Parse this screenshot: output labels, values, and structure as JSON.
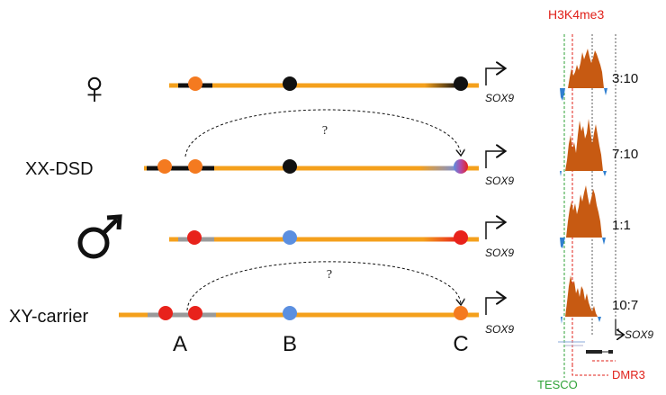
{
  "rows": [
    {
      "label": "♀",
      "gene": "SOX9",
      "ratio": "3:10"
    },
    {
      "label": "XX-DSD",
      "gene": "SOX9",
      "ratio": "7:10"
    },
    {
      "label": "♂",
      "gene": "SOX9",
      "ratio": "1:1"
    },
    {
      "label": "XY-carrier",
      "gene": "SOX9",
      "ratio": "10:7"
    }
  ],
  "loop_question": "?",
  "sites": {
    "a": "A",
    "b": "B",
    "c": "C"
  },
  "track": {
    "title": "H3K4me3",
    "gene_label": "SOX9",
    "tesco_label": "TESCO",
    "dmr_label": "DMR3"
  },
  "colors": {
    "line": "#f4a01c",
    "black_segment": "#111111",
    "grey_segment": "#9a9a9a",
    "orange_dot": "#f47a20",
    "black_dot": "#111111",
    "red_dot": "#e8221b",
    "blue_dot": "#5b8fe0",
    "peak": "#c75a12",
    "valley": "#2f7fd0",
    "h3k4me3_text": "#e0211a",
    "tesco_text": "#2ea236"
  }
}
